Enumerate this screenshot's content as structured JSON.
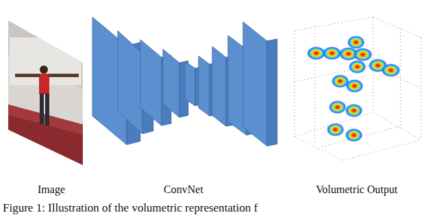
{
  "diagram": {
    "caption": "Figure 1: Illustration of the volumetric representation f",
    "labels": [
      "Image",
      "ConvNet",
      "Volumetric Output"
    ]
  }
}
